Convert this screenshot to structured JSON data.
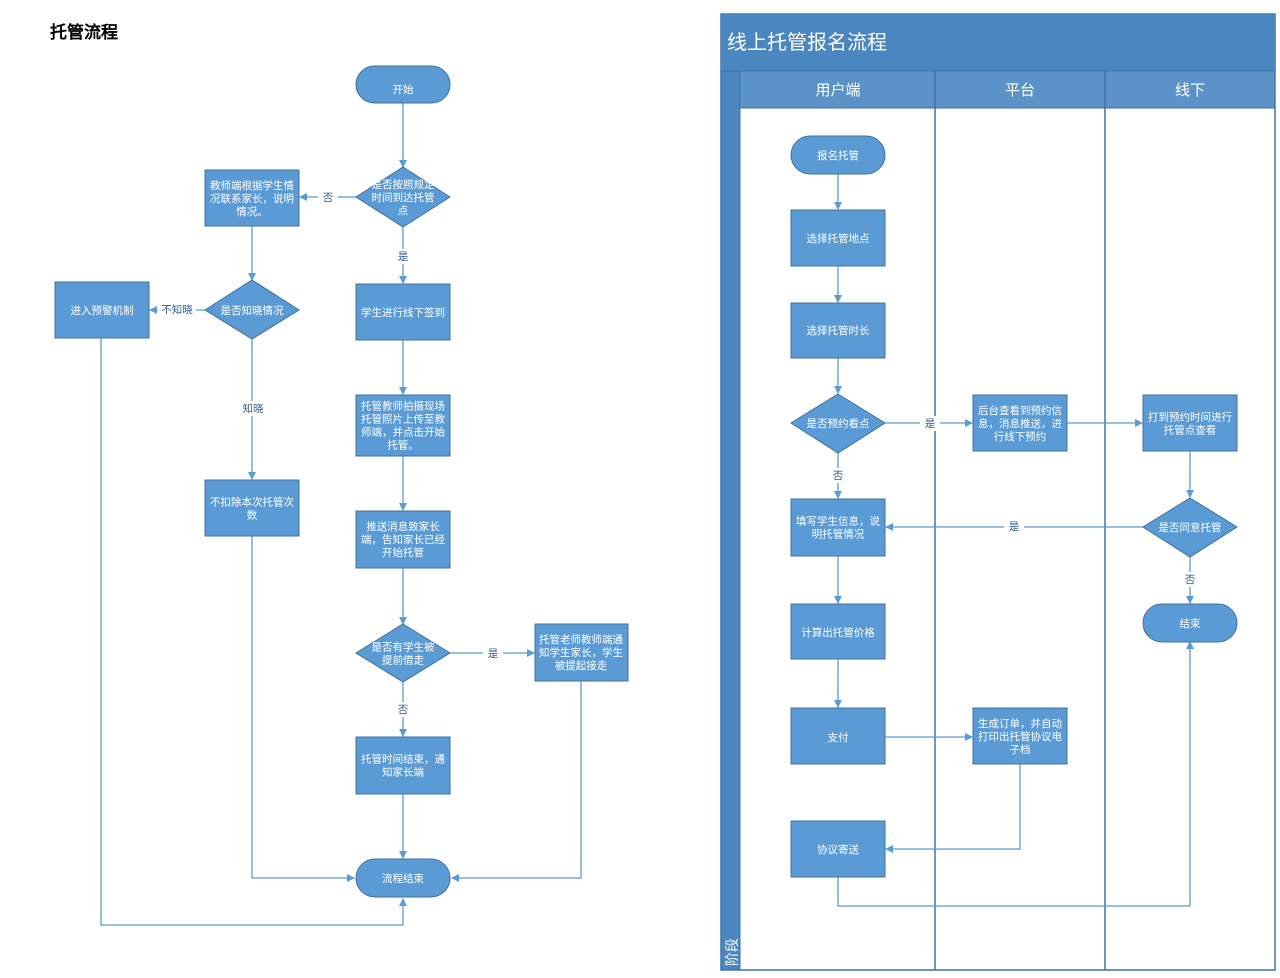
{
  "left": {
    "title": "托管流程",
    "nodes": {
      "start": [
        "开始"
      ],
      "check_time": [
        "是否按照规定",
        "时间到达托管",
        "点"
      ],
      "teacher_contact": [
        "教师端根据学生情",
        "况联系家长，说明",
        "情况。"
      ],
      "parent_aware": [
        "是否知晓情况"
      ],
      "warning": [
        "进入预警机制"
      ],
      "no_deduct": [
        "不扣除本次托管次",
        "数"
      ],
      "checkin": [
        "学生进行线下签到"
      ],
      "photo": [
        "托管教师拍摄现场",
        "托管照片上传至教",
        "师端，并点击开始",
        "托管。"
      ],
      "push": [
        "推送消息致家长",
        "端，告知家长已经",
        "开始托管"
      ],
      "pickup_check": [
        "是否有学生被",
        "提前借走"
      ],
      "notify_pickup": [
        "托管老师教师端通",
        "知学生家长，学生",
        "被提起接走"
      ],
      "time_end": [
        "托管时间结束，通",
        "知家长端"
      ],
      "end": [
        "流程结束"
      ]
    },
    "labels": {
      "no1": "否",
      "yes1": "是",
      "not_aware": "不知晓",
      "aware": "知晓",
      "yes2": "是",
      "no2": "否"
    }
  },
  "right": {
    "pool_title": "线上托管报名流程",
    "phase_label": "阶段",
    "lanes": [
      "用户端",
      "平台",
      "线下"
    ],
    "nodes": {
      "signup": [
        "报名托管"
      ],
      "choose_place": [
        "选择托管地点"
      ],
      "choose_duration": [
        "选择托管时长"
      ],
      "visit": [
        "是否预约看点"
      ],
      "backend": [
        "后台查看到预约信",
        "息，消息推送，进",
        "行线下预约"
      ],
      "arrive": [
        "打到预约时间进行",
        "托管点查看"
      ],
      "agree": [
        "是否同意托管"
      ],
      "fill_info": [
        "填写学生信息，说",
        "明托管情况"
      ],
      "end": [
        "结束"
      ],
      "price": [
        "计算出托管价格"
      ],
      "pay": [
        "支付"
      ],
      "order": [
        "生成订单，并自动",
        "打印出托管协议电",
        "子档"
      ],
      "send": [
        "协议寄送"
      ]
    },
    "labels": {
      "yes_visit": "是",
      "no_visit": "否",
      "yes_agree": "是",
      "no_agree": "否"
    }
  },
  "colors": {
    "node_fill": "#5b9bd5",
    "node_stroke": "#41719c",
    "node_text": "#ffffff",
    "arrow": "#5b9bd5",
    "pool_header": "#4a86bf",
    "lane_header": "#5b93c8",
    "lane_border": "#3f73a6"
  }
}
